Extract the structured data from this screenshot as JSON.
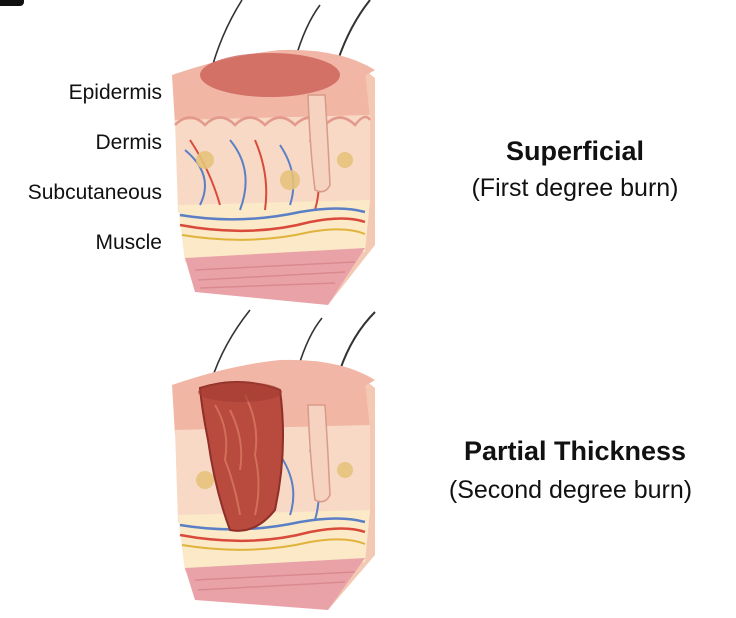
{
  "layer_labels": {
    "epidermis": "Epidermis",
    "dermis": "Dermis",
    "subcutaneous": "Subcutaneous",
    "muscle": "Muscle"
  },
  "burns": [
    {
      "title": "Superficial",
      "subtitle": "(First degree burn)"
    },
    {
      "title": "Partial Thickness",
      "subtitle": "(Second degree burn)"
    }
  ],
  "colors": {
    "epidermis": "#f2b7a4",
    "dermis": "#f8d9c6",
    "subcutaneous": "#fbe9c8",
    "muscle": "#e9a3a8",
    "burn": "#b84a3e",
    "artery": "#d94a3a",
    "vein": "#5b7fc4",
    "nerve": "#e0b33c"
  }
}
